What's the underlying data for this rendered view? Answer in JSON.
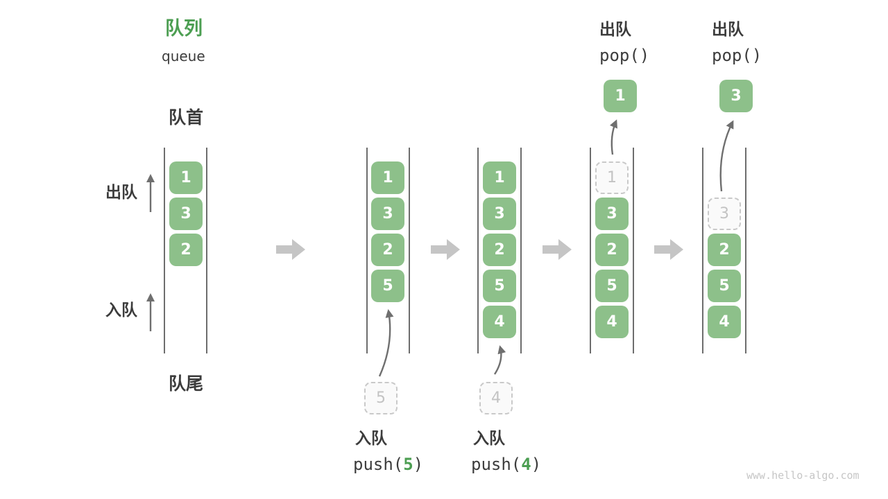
{
  "title": {
    "zh": "队列",
    "en": "queue"
  },
  "side_labels": {
    "front": "队首",
    "rear": "队尾",
    "dequeue": "出队",
    "enqueue": "入队"
  },
  "columns": [
    {
      "slots": [
        "1",
        "3",
        "2"
      ]
    },
    {
      "slots": [
        "1",
        "3",
        "2",
        "5"
      ]
    },
    {
      "slots": [
        "1",
        "3",
        "2",
        "5",
        "4"
      ]
    },
    {
      "ghost": "1",
      "slots": [
        "3",
        "2",
        "5",
        "4"
      ]
    },
    {
      "ghost": "3",
      "slots": [
        "2",
        "5",
        "4"
      ]
    }
  ],
  "push_ops": [
    {
      "label": "入队",
      "fn": "push(",
      "arg": "5",
      "close": ")",
      "staged": "5"
    },
    {
      "label": "入队",
      "fn": "push(",
      "arg": "4",
      "close": ")",
      "staged": "4"
    }
  ],
  "pop_ops": [
    {
      "label": "出队",
      "code": "pop()",
      "value": "1"
    },
    {
      "label": "出队",
      "code": "pop()",
      "value": "3"
    }
  ],
  "watermark": "www.hello-algo.com",
  "colors": {
    "box_green": "#8dc08a",
    "accent_green": "#4c9e52",
    "text_dark": "#3c3c3c",
    "thin_arrow": "#6f6f6f",
    "block_arrow": "#c5c5c5",
    "wall_line": "#3d3d3d",
    "ghost_border": "#c9c9c9",
    "ghost_text": "#c3c3c3",
    "watermark_gray": "#c6c6c6"
  }
}
